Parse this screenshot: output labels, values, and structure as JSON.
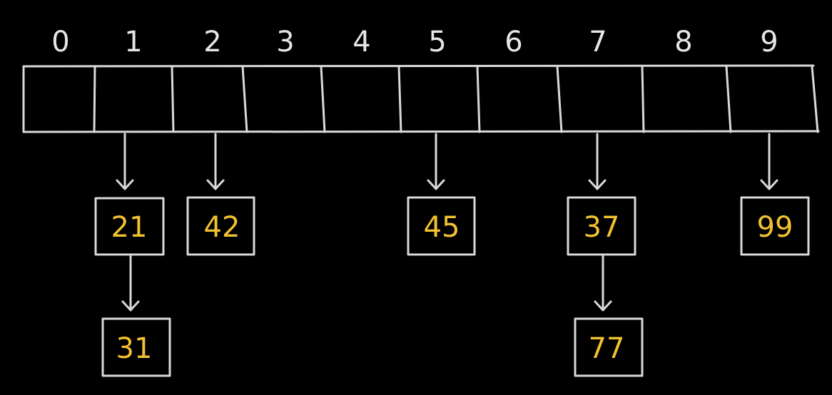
{
  "colors": {
    "background": "#000000",
    "stroke": "#d9d9d9",
    "index_text": "#e6e6e6",
    "value_text": "#f2c230"
  },
  "array": {
    "indices": [
      "0",
      "1",
      "2",
      "3",
      "4",
      "5",
      "6",
      "7",
      "8",
      "9"
    ]
  },
  "buckets": [
    {
      "index": "1",
      "chain": [
        "21",
        "31"
      ]
    },
    {
      "index": "2",
      "chain": [
        "42"
      ]
    },
    {
      "index": "5",
      "chain": [
        "45"
      ]
    },
    {
      "index": "7",
      "chain": [
        "37",
        "77"
      ]
    },
    {
      "index": "9",
      "chain": [
        "99"
      ]
    }
  ]
}
